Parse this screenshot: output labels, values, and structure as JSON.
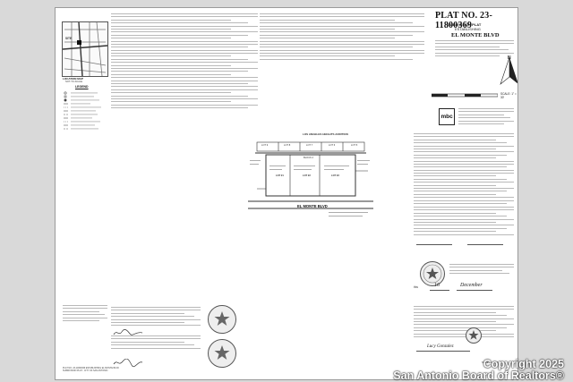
{
  "plat": {
    "number": "PLAT NO. 23-11800369",
    "type": "SUBDIVISION PLAT",
    "action": "ESTABLISHING",
    "subdivision_name": "EL MONTE BLVD"
  },
  "location_map": {
    "title": "LOCATION MAP",
    "subtitle": "NOT-TO-SCALE",
    "site_label": "SITE"
  },
  "legend": {
    "title": "LEGEND"
  },
  "plat_drawing": {
    "street_top": "LOS ANGELES HEIGHTS ADDITION",
    "street_main": "EL MONTE BLVD",
    "lots_top": [
      "LOT 9",
      "LOT 8",
      "LOT 7",
      "LOT 6",
      "LOT 5"
    ],
    "lots_new": [
      "LOT 21",
      "LOT 22",
      "LOT 23"
    ],
    "block_label": "BLOCK 2"
  },
  "scale": {
    "label": "SCALE: 1\" = 30'"
  },
  "north_arrow": {
    "label": "N"
  },
  "company": {
    "logo_text": "mbc"
  },
  "notary": {
    "date_prefix": "this",
    "day": "16",
    "month": "December"
  },
  "clerk_signature": "Lucy Gonzalez",
  "sheet_no": "SHEET 1 OF 1",
  "footer": {
    "line1": "PLAT NO. 23-11800369 ESTABLISHING EL MONTE BLVD",
    "line2": "SUBDIVISION PLAT - CITY OF SAN ANTONIO"
  },
  "watermark": {
    "line1": "Copyright 2025",
    "line2": "San Antonio Board of Realtors®"
  },
  "colors": {
    "sheet_background": "#ffffff",
    "page_background": "#d9d9d9",
    "ink": "#222222",
    "watermark_text": "#ffffff"
  }
}
